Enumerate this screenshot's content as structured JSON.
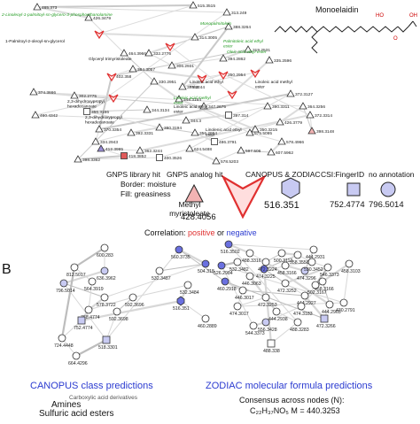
{
  "panel_a": {
    "title": "Monoelaidin",
    "edges": [
      [
        0,
        1
      ],
      [
        0,
        2
      ],
      [
        1,
        3
      ],
      [
        3,
        4
      ],
      [
        4,
        5
      ],
      [
        5,
        6
      ],
      [
        6,
        7
      ],
      [
        7,
        8
      ],
      [
        8,
        9
      ],
      [
        9,
        10
      ],
      [
        10,
        11
      ],
      [
        11,
        12
      ],
      [
        12,
        13
      ],
      [
        13,
        14
      ],
      [
        14,
        15
      ],
      [
        5,
        15
      ],
      [
        15,
        16
      ],
      [
        16,
        17
      ],
      [
        17,
        18
      ],
      [
        18,
        19
      ],
      [
        19,
        20
      ],
      [
        20,
        21
      ],
      [
        21,
        22
      ],
      [
        22,
        23
      ],
      [
        22,
        24
      ],
      [
        24,
        25
      ],
      [
        23,
        26
      ],
      [
        26,
        27
      ],
      [
        27,
        28
      ],
      [
        28,
        29
      ],
      [
        29,
        30
      ],
      [
        30,
        31
      ],
      [
        31,
        32
      ],
      [
        32,
        33
      ],
      [
        24,
        33
      ],
      [
        33,
        34
      ],
      [
        34,
        35
      ],
      [
        35,
        36
      ],
      [
        36,
        37
      ],
      [
        37,
        38
      ],
      [
        38,
        39
      ],
      [
        39,
        40
      ],
      [
        40,
        41
      ],
      [
        41,
        42
      ],
      [
        42,
        43
      ],
      [
        43,
        44
      ],
      [
        44,
        45
      ],
      [
        45,
        46
      ],
      [
        46,
        47
      ],
      [
        47,
        48
      ],
      [
        48,
        49
      ],
      [
        49,
        50
      ],
      [
        50,
        51
      ],
      [
        51,
        52
      ],
      [
        52,
        53
      ],
      [
        53,
        54
      ],
      [
        54,
        55
      ],
      [
        0,
        55
      ],
      [
        2,
        24
      ],
      [
        6,
        18
      ],
      [
        11,
        30
      ],
      [
        20,
        38
      ],
      [
        28,
        46
      ],
      [
        36,
        52
      ],
      [
        14,
        40
      ],
      [
        44,
        53
      ]
    ],
    "nodes": [
      {
        "shape": "tri",
        "label": "465.373",
        "fill": "white"
      },
      {
        "shape": "tri",
        "label": "515.3515",
        "fill": "white"
      },
      {
        "shape": "tri",
        "label": "313.249",
        "fill": "white"
      },
      {
        "shape": "chev",
        "label": "",
        "fill": "white"
      },
      {
        "shape": "tri",
        "label": "314.3005",
        "fill": "white"
      },
      {
        "shape": "tri",
        "label": "388.3264",
        "fill": "white"
      },
      {
        "shape": "chev",
        "label": "",
        "fill": "white"
      },
      {
        "shape": "tri",
        "label": "332.2775",
        "fill": "white"
      },
      {
        "shape": "tri",
        "label": "306.2931",
        "fill": "white"
      },
      {
        "shape": "tri",
        "label": "394.2862",
        "fill": "white"
      },
      {
        "shape": "tri",
        "label": "319.2531",
        "fill": "white"
      },
      {
        "shape": "chev",
        "label": "402.358",
        "fill": "white"
      },
      {
        "shape": "tri",
        "label": "384.3057",
        "fill": "white"
      },
      {
        "shape": "chev",
        "label": "",
        "fill": "white"
      },
      {
        "shape": "chev",
        "label": "350.2954",
        "fill": "white"
      },
      {
        "shape": "tri",
        "label": "374.3244",
        "fill": "white"
      },
      {
        "shape": "chev",
        "label": "",
        "fill": "white"
      },
      {
        "shape": "tri",
        "label": "335.2596",
        "fill": "white"
      },
      {
        "shape": "chev",
        "label": "",
        "fill": "white"
      },
      {
        "shape": "tri",
        "label": "347.2675",
        "fill": "white"
      },
      {
        "shape": "tri",
        "label": "374.3666",
        "fill": "white"
      },
      {
        "shape": "tri",
        "label": "302.2775",
        "fill": "white"
      },
      {
        "shape": "chev",
        "label": "",
        "fill": "white"
      },
      {
        "shape": "tri",
        "label": "460.4342",
        "fill": "white"
      },
      {
        "shape": "sq",
        "label": "356.3166",
        "fill": "white"
      },
      {
        "shape": "tri",
        "label": "344.3134",
        "fill": "white"
      },
      {
        "shape": "tri",
        "label": "344.3",
        "fill": "white"
      },
      {
        "shape": "sq",
        "label": "397.314",
        "fill": "white"
      },
      {
        "shape": "tri",
        "label": "390.3311",
        "fill": "white"
      },
      {
        "shape": "tri",
        "label": "372.3127",
        "fill": "white"
      },
      {
        "shape": "tri",
        "label": "370.3354",
        "fill": "white"
      },
      {
        "shape": "tri",
        "label": "334.2943",
        "fill": "white"
      },
      {
        "shape": "tri",
        "label": "392.3331",
        "fill": "white"
      },
      {
        "shape": "tri",
        "label": "380.3194",
        "fill": "white"
      },
      {
        "shape": "tri",
        "label": "356.2994",
        "fill": "white"
      },
      {
        "shape": "sq",
        "label": "486.3791",
        "fill": "white"
      },
      {
        "shape": "tri",
        "label": "350.3215",
        "fill": "white"
      },
      {
        "shape": "tri",
        "label": "426.3779",
        "fill": "white"
      },
      {
        "shape": "tri",
        "label": "364.3256",
        "fill": "white"
      },
      {
        "shape": "tri",
        "label": "398.3148",
        "fill": "pink"
      },
      {
        "shape": "tri",
        "label": "372.3314",
        "fill": "white"
      },
      {
        "shape": "tri",
        "label": "362.3244",
        "fill": "white"
      },
      {
        "shape": "tri",
        "label": "412.3995",
        "fill": "purple"
      },
      {
        "shape": "sq",
        "label": "418.3852",
        "fill": "red"
      },
      {
        "shape": "tri",
        "label": "398.3362",
        "fill": "white"
      },
      {
        "shape": "sq",
        "label": "400.3526",
        "fill": "white"
      },
      {
        "shape": "tri",
        "label": "624.5488",
        "fill": "white"
      },
      {
        "shape": "tri",
        "label": "578.5203",
        "fill": "white"
      },
      {
        "shape": "tri",
        "label": "597.506",
        "fill": "white"
      },
      {
        "shape": "tri",
        "label": "607.5962",
        "fill": "white"
      },
      {
        "shape": "tri",
        "label": "578.4966",
        "fill": "white"
      },
      {
        "shape": "tri",
        "label": "575.5095",
        "fill": "white"
      },
      {
        "shape": "tri",
        "label": "348.3164",
        "fill": "white"
      },
      {
        "shape": "tri",
        "label": "330.2951",
        "fill": "white"
      },
      {
        "shape": "tri",
        "label": "464.3966",
        "fill": "white"
      },
      {
        "shape": "tri",
        "label": "426.3479",
        "fill": "white"
      }
    ],
    "annotations": [
      {
        "text": "2-Linoleoyl-1-palmitoyl-sn-glycero-3-phosphoethanolamine",
        "color": "green"
      },
      {
        "text": "Monopalmitolein",
        "color": "green"
      },
      {
        "text": "1-Palmitoyl-2-oleoyl-sn-glycerol",
        "color": "black"
      },
      {
        "text": "Glyceryl trimyristoleate",
        "color": "black"
      },
      {
        "text": "Linoleic acid ethyl ester",
        "color": "black"
      },
      {
        "text": "Linoleic acid methyl ester",
        "color": "black"
      },
      {
        "text": "2,3-dihydroxypropyl hexadecanoate",
        "color": "black"
      },
      {
        "text": "2,3-dihydroxypropyl hexadecanoate",
        "color": "black"
      },
      {
        "text": "Linoleic acid ethyl ester",
        "color": "black"
      },
      {
        "text": "Linolenic acid ethyl ester",
        "color": "black"
      },
      {
        "text": "Linoleic acid methyl ester",
        "color": "green"
      },
      {
        "text": "Palmitoleic acid ethyl ester",
        "color": "green"
      },
      {
        "text": "Oleic acid ethyl ester",
        "color": "green"
      }
    ]
  },
  "legend": {
    "headers": [
      "GNPS library hit",
      "GNPS analog hit",
      "CANOPUS & ZODIAC",
      "CSI:FingerID",
      "no annotation"
    ],
    "border_label": "Border: moisture",
    "fill_label": "Fill: greasiness",
    "example_name": "Methyl myristoleate",
    "values": [
      "428.4056",
      "516.351",
      "752.4774",
      "796.5014"
    ],
    "correlation_prefix": "Correlation: ",
    "positive": "positive",
    "or": " or ",
    "negative": "negative",
    "colors": {
      "positive": "#e03030",
      "negative": "#2b3bd0"
    }
  },
  "panel_b": {
    "letter": "B",
    "edges": [
      [
        0,
        1
      ],
      [
        0,
        2
      ],
      [
        1,
        4
      ],
      [
        2,
        3
      ],
      [
        3,
        5
      ],
      [
        4,
        6
      ],
      [
        5,
        6
      ],
      [
        6,
        7
      ],
      [
        7,
        8
      ],
      [
        6,
        9
      ],
      [
        9,
        10
      ],
      [
        10,
        11
      ],
      [
        11,
        12
      ],
      [
        8,
        12
      ],
      [
        12,
        13
      ],
      [
        13,
        14
      ],
      [
        14,
        15
      ],
      [
        7,
        16
      ],
      [
        16,
        17
      ],
      [
        17,
        18
      ],
      [
        13,
        19
      ],
      [
        19,
        20
      ],
      [
        20,
        21
      ],
      [
        21,
        22
      ],
      [
        22,
        23
      ],
      [
        23,
        24
      ],
      [
        24,
        25
      ],
      [
        25,
        26
      ],
      [
        26,
        27
      ],
      [
        27,
        28
      ],
      [
        28,
        29
      ],
      [
        29,
        30
      ],
      [
        30,
        31
      ],
      [
        31,
        32
      ],
      [
        32,
        33
      ],
      [
        33,
        34
      ],
      [
        34,
        35
      ],
      [
        35,
        36
      ],
      [
        36,
        37
      ],
      [
        37,
        38
      ],
      [
        38,
        39
      ],
      [
        39,
        40
      ],
      [
        40,
        41
      ],
      [
        41,
        42
      ],
      [
        42,
        43
      ],
      [
        43,
        44
      ],
      [
        44,
        45
      ],
      [
        45,
        46
      ],
      [
        46,
        47
      ],
      [
        47,
        48
      ],
      [
        48,
        49
      ],
      [
        49,
        50
      ],
      [
        20,
        28
      ],
      [
        21,
        33
      ],
      [
        23,
        36
      ],
      [
        24,
        40
      ],
      [
        26,
        44
      ],
      [
        27,
        46
      ],
      [
        31,
        48
      ],
      [
        34,
        50
      ],
      [
        1,
        10
      ],
      [
        3,
        12
      ],
      [
        5,
        14
      ],
      [
        9,
        17
      ],
      [
        19,
        29
      ],
      [
        22,
        35
      ],
      [
        30,
        42
      ],
      [
        37,
        45
      ]
    ],
    "nodes": [
      {
        "label": "600.283",
        "fill": "white",
        "shape": "circle"
      },
      {
        "label": "812.5017",
        "fill": "white",
        "shape": "circle"
      },
      {
        "label": "636.3962",
        "fill": "lav",
        "shape": "circle"
      },
      {
        "label": "796.5014",
        "fill": "lav",
        "shape": "circle"
      },
      {
        "label": "564.3919",
        "fill": "white",
        "shape": "circle"
      },
      {
        "label": "578.3722",
        "fill": "white",
        "shape": "circle"
      },
      {
        "label": "768.4774",
        "fill": "white",
        "shape": "circle"
      },
      {
        "label": "592.3696",
        "fill": "white",
        "shape": "circle"
      },
      {
        "label": "592.3698",
        "fill": "white",
        "shape": "circle"
      },
      {
        "label": "752.4774",
        "fill": "lav",
        "shape": "square"
      },
      {
        "label": "724.4448",
        "fill": "white",
        "shape": "circle"
      },
      {
        "label": "664.4296",
        "fill": "white",
        "shape": "circle"
      },
      {
        "label": "518.3301",
        "fill": "lav",
        "shape": "square"
      },
      {
        "label": "560.3735",
        "fill": "blue",
        "shape": "circle"
      },
      {
        "label": "504.318",
        "fill": "blue",
        "shape": "circle"
      },
      {
        "label": "532.3487",
        "fill": "white",
        "shape": "circle"
      },
      {
        "label": "532.3484",
        "fill": "white",
        "shape": "circle"
      },
      {
        "label": "516.351",
        "fill": "blue",
        "shape": "hex"
      },
      {
        "label": "460.2889",
        "fill": "white",
        "shape": "circle"
      },
      {
        "label": "460.2918",
        "fill": "blue",
        "shape": "circle"
      },
      {
        "label": "446.3017",
        "fill": "white",
        "shape": "circle"
      },
      {
        "label": "474.3017",
        "fill": "white",
        "shape": "circle"
      },
      {
        "label": "472.3253",
        "fill": "white",
        "shape": "circle"
      },
      {
        "label": "444.2938",
        "fill": "white",
        "shape": "circle"
      },
      {
        "label": "488.3283",
        "fill": "white",
        "shape": "circle"
      },
      {
        "label": "488.338",
        "fill": "white",
        "shape": "square"
      },
      {
        "label": "474.3225",
        "fill": "blue",
        "shape": "circle"
      },
      {
        "label": "472.3252",
        "fill": "white",
        "shape": "circle"
      },
      {
        "label": "444.2927",
        "fill": "white",
        "shape": "circle"
      },
      {
        "label": "472.3266",
        "fill": "lav",
        "shape": "square"
      },
      {
        "label": "444.2965",
        "fill": "white",
        "shape": "circle"
      },
      {
        "label": "458.3166",
        "fill": "white",
        "shape": "circle"
      },
      {
        "label": "458.3103",
        "fill": "white",
        "shape": "circle"
      },
      {
        "label": "430.2791",
        "fill": "white",
        "shape": "circle"
      },
      {
        "label": "526.2984",
        "fill": "blue",
        "shape": "circle"
      },
      {
        "label": "532.3482",
        "fill": "white",
        "shape": "circle"
      },
      {
        "label": "446.3063",
        "fill": "white",
        "shape": "circle"
      },
      {
        "label": "458.3166",
        "fill": "white",
        "shape": "circle"
      },
      {
        "label": "474.3296",
        "fill": "lav",
        "shape": "circle"
      },
      {
        "label": "444.2931",
        "fill": "white",
        "shape": "circle"
      },
      {
        "label": "516.3502",
        "fill": "blue",
        "shape": "circle"
      },
      {
        "label": "488.3316",
        "fill": "white",
        "shape": "circle"
      },
      {
        "label": "472.3224",
        "fill": "white",
        "shape": "circle"
      },
      {
        "label": "500.3113",
        "fill": "white",
        "shape": "circle"
      },
      {
        "label": "558.3558",
        "fill": "white",
        "shape": "circle"
      },
      {
        "label": "530.3452",
        "fill": "white",
        "shape": "circle"
      },
      {
        "label": "546.3373",
        "fill": "white",
        "shape": "circle"
      },
      {
        "label": "502.3167",
        "fill": "white",
        "shape": "circle"
      },
      {
        "label": "474.3183",
        "fill": "white",
        "shape": "circle"
      },
      {
        "label": "556.3428",
        "fill": "lav",
        "shape": "circle"
      },
      {
        "label": "544.3373",
        "fill": "white",
        "shape": "circle"
      }
    ],
    "canopus_title": "CANOPUS class predictions",
    "canopus_classes": [
      "Carboxylic acid derivatives",
      "Amines",
      "Sulfuric acid esters"
    ],
    "zodiac_title": "ZODIAC molecular formula predictions",
    "consensus_label": "Consensus across nodes (N):",
    "consensus_formula": "C₂₂H₃₇NO₅   M = 440.3253"
  }
}
